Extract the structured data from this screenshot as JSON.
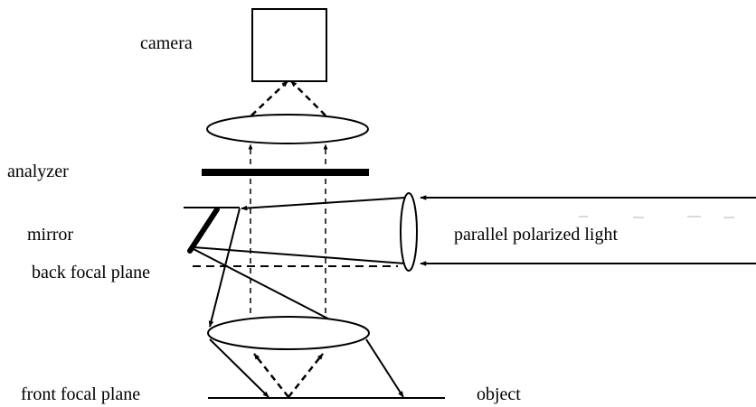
{
  "labels": {
    "camera": "camera",
    "analyzer": "analyzer",
    "mirror": "mirror",
    "back_focal_plane": "back focal plane",
    "parallel_polarized_light": "parallel polarized light",
    "front_focal_plane": "front focal plane",
    "object": "object"
  },
  "colors": {
    "ink": "#000000",
    "background": "#ffffff"
  }
}
